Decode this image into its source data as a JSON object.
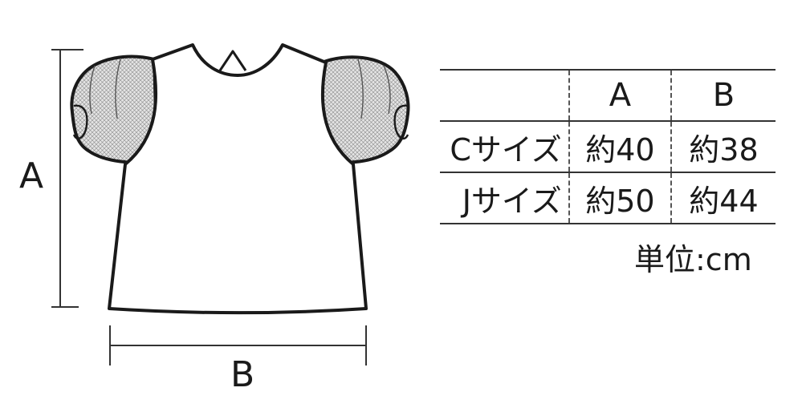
{
  "dimensions": {
    "height_label": "A",
    "width_label": "B"
  },
  "size_table": {
    "columns": [
      "A",
      "B"
    ],
    "rows": [
      {
        "size": "Cサイズ",
        "a": "約40",
        "b": "約38"
      },
      {
        "size": "Jサイズ",
        "a": "約50",
        "b": "約44"
      }
    ]
  },
  "unit_note": "単位:cm",
  "colors": {
    "line": "#1a1a1a",
    "sleeve_fill": "#d9d9d9"
  }
}
